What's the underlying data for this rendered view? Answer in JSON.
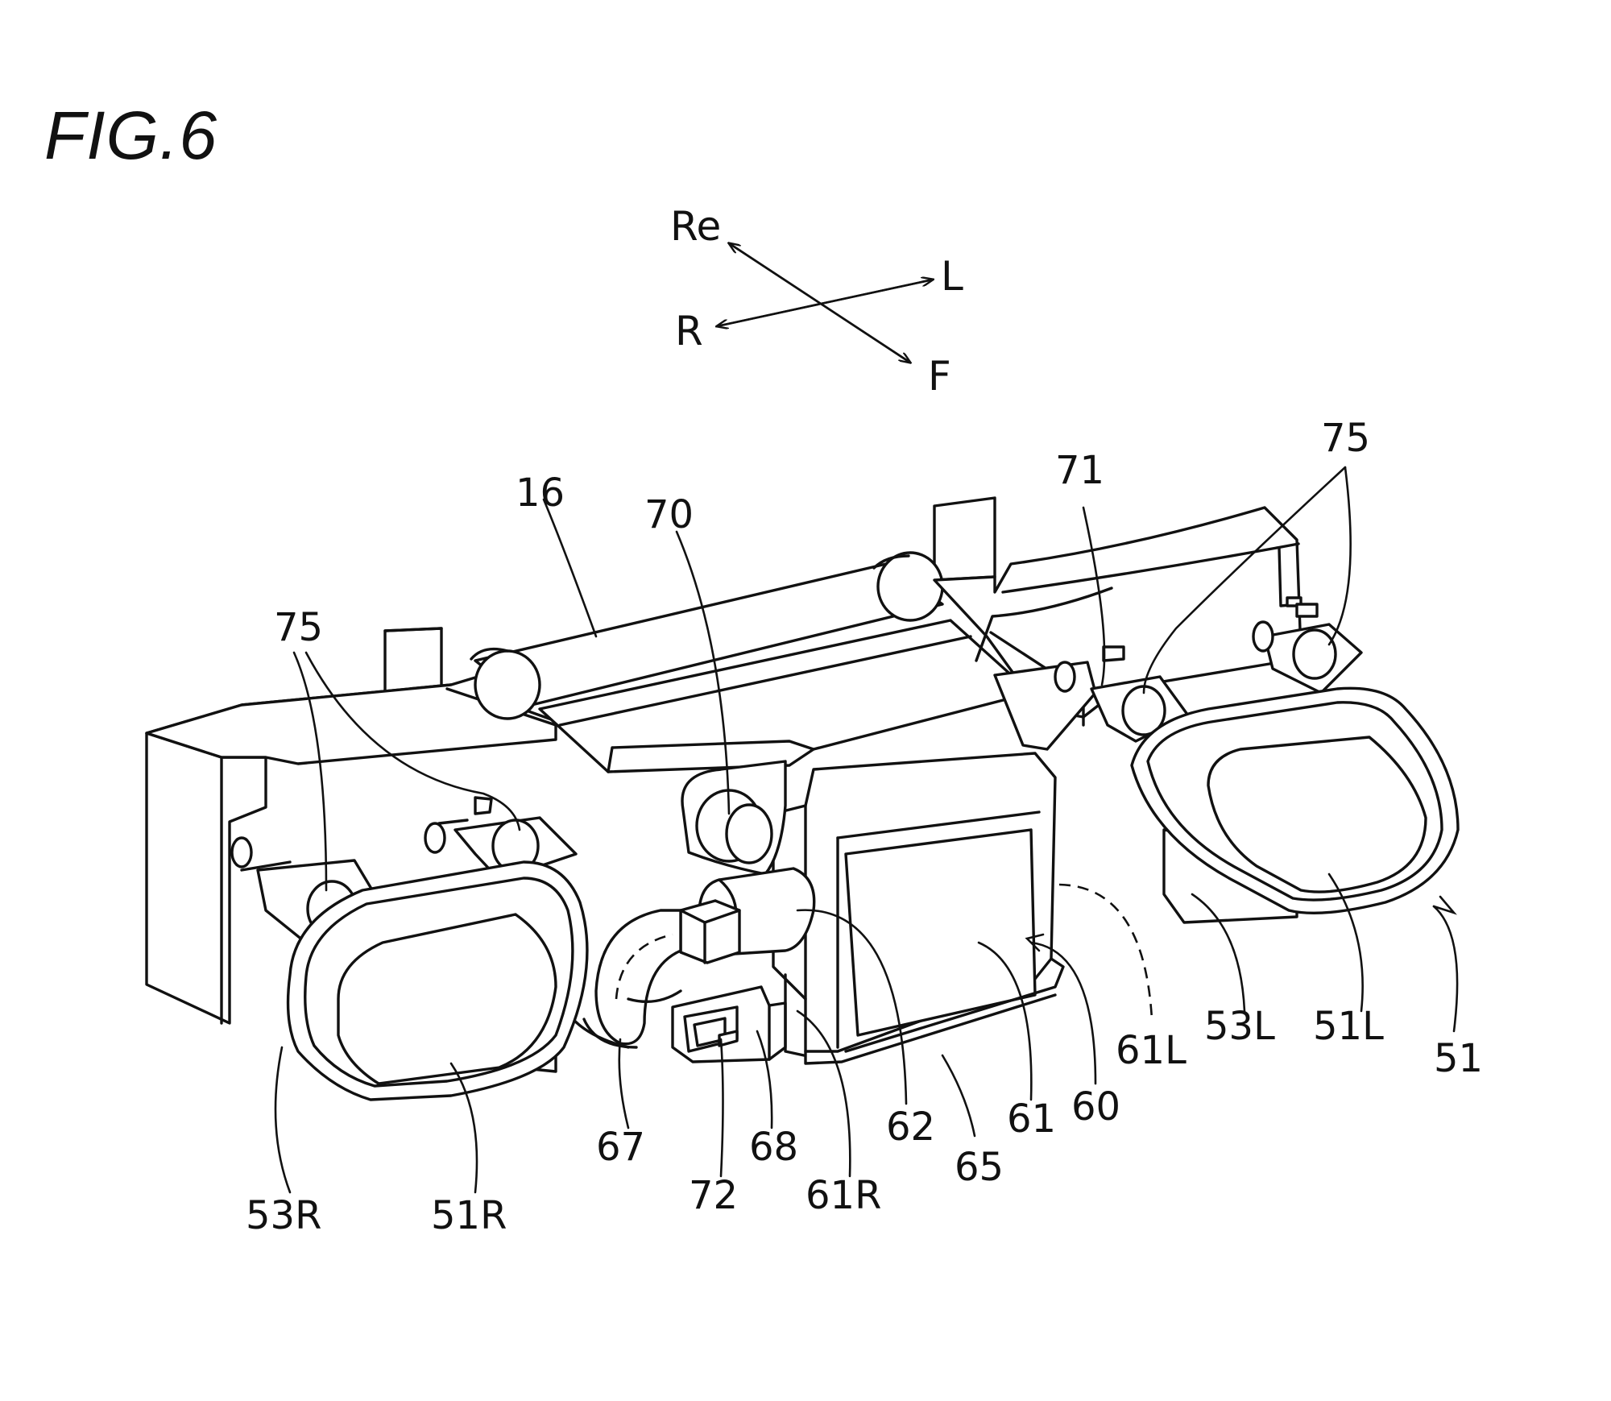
{
  "figure": {
    "title": "FIG.6"
  },
  "directions": {
    "rear": "Re",
    "left": "L",
    "right": "R",
    "front": "F"
  },
  "labels": {
    "l16": "16",
    "l70": "70",
    "l71": "71",
    "l75_left": "75",
    "l75_right": "75",
    "l53R": "53R",
    "l51R": "51R",
    "l67": "67",
    "l72": "72",
    "l68": "68",
    "l61R": "61R",
    "l62": "62",
    "l65": "65",
    "l61": "61",
    "l60": "60",
    "l61L": "61L",
    "l53L": "53L",
    "l51L": "51L",
    "l51": "51"
  }
}
